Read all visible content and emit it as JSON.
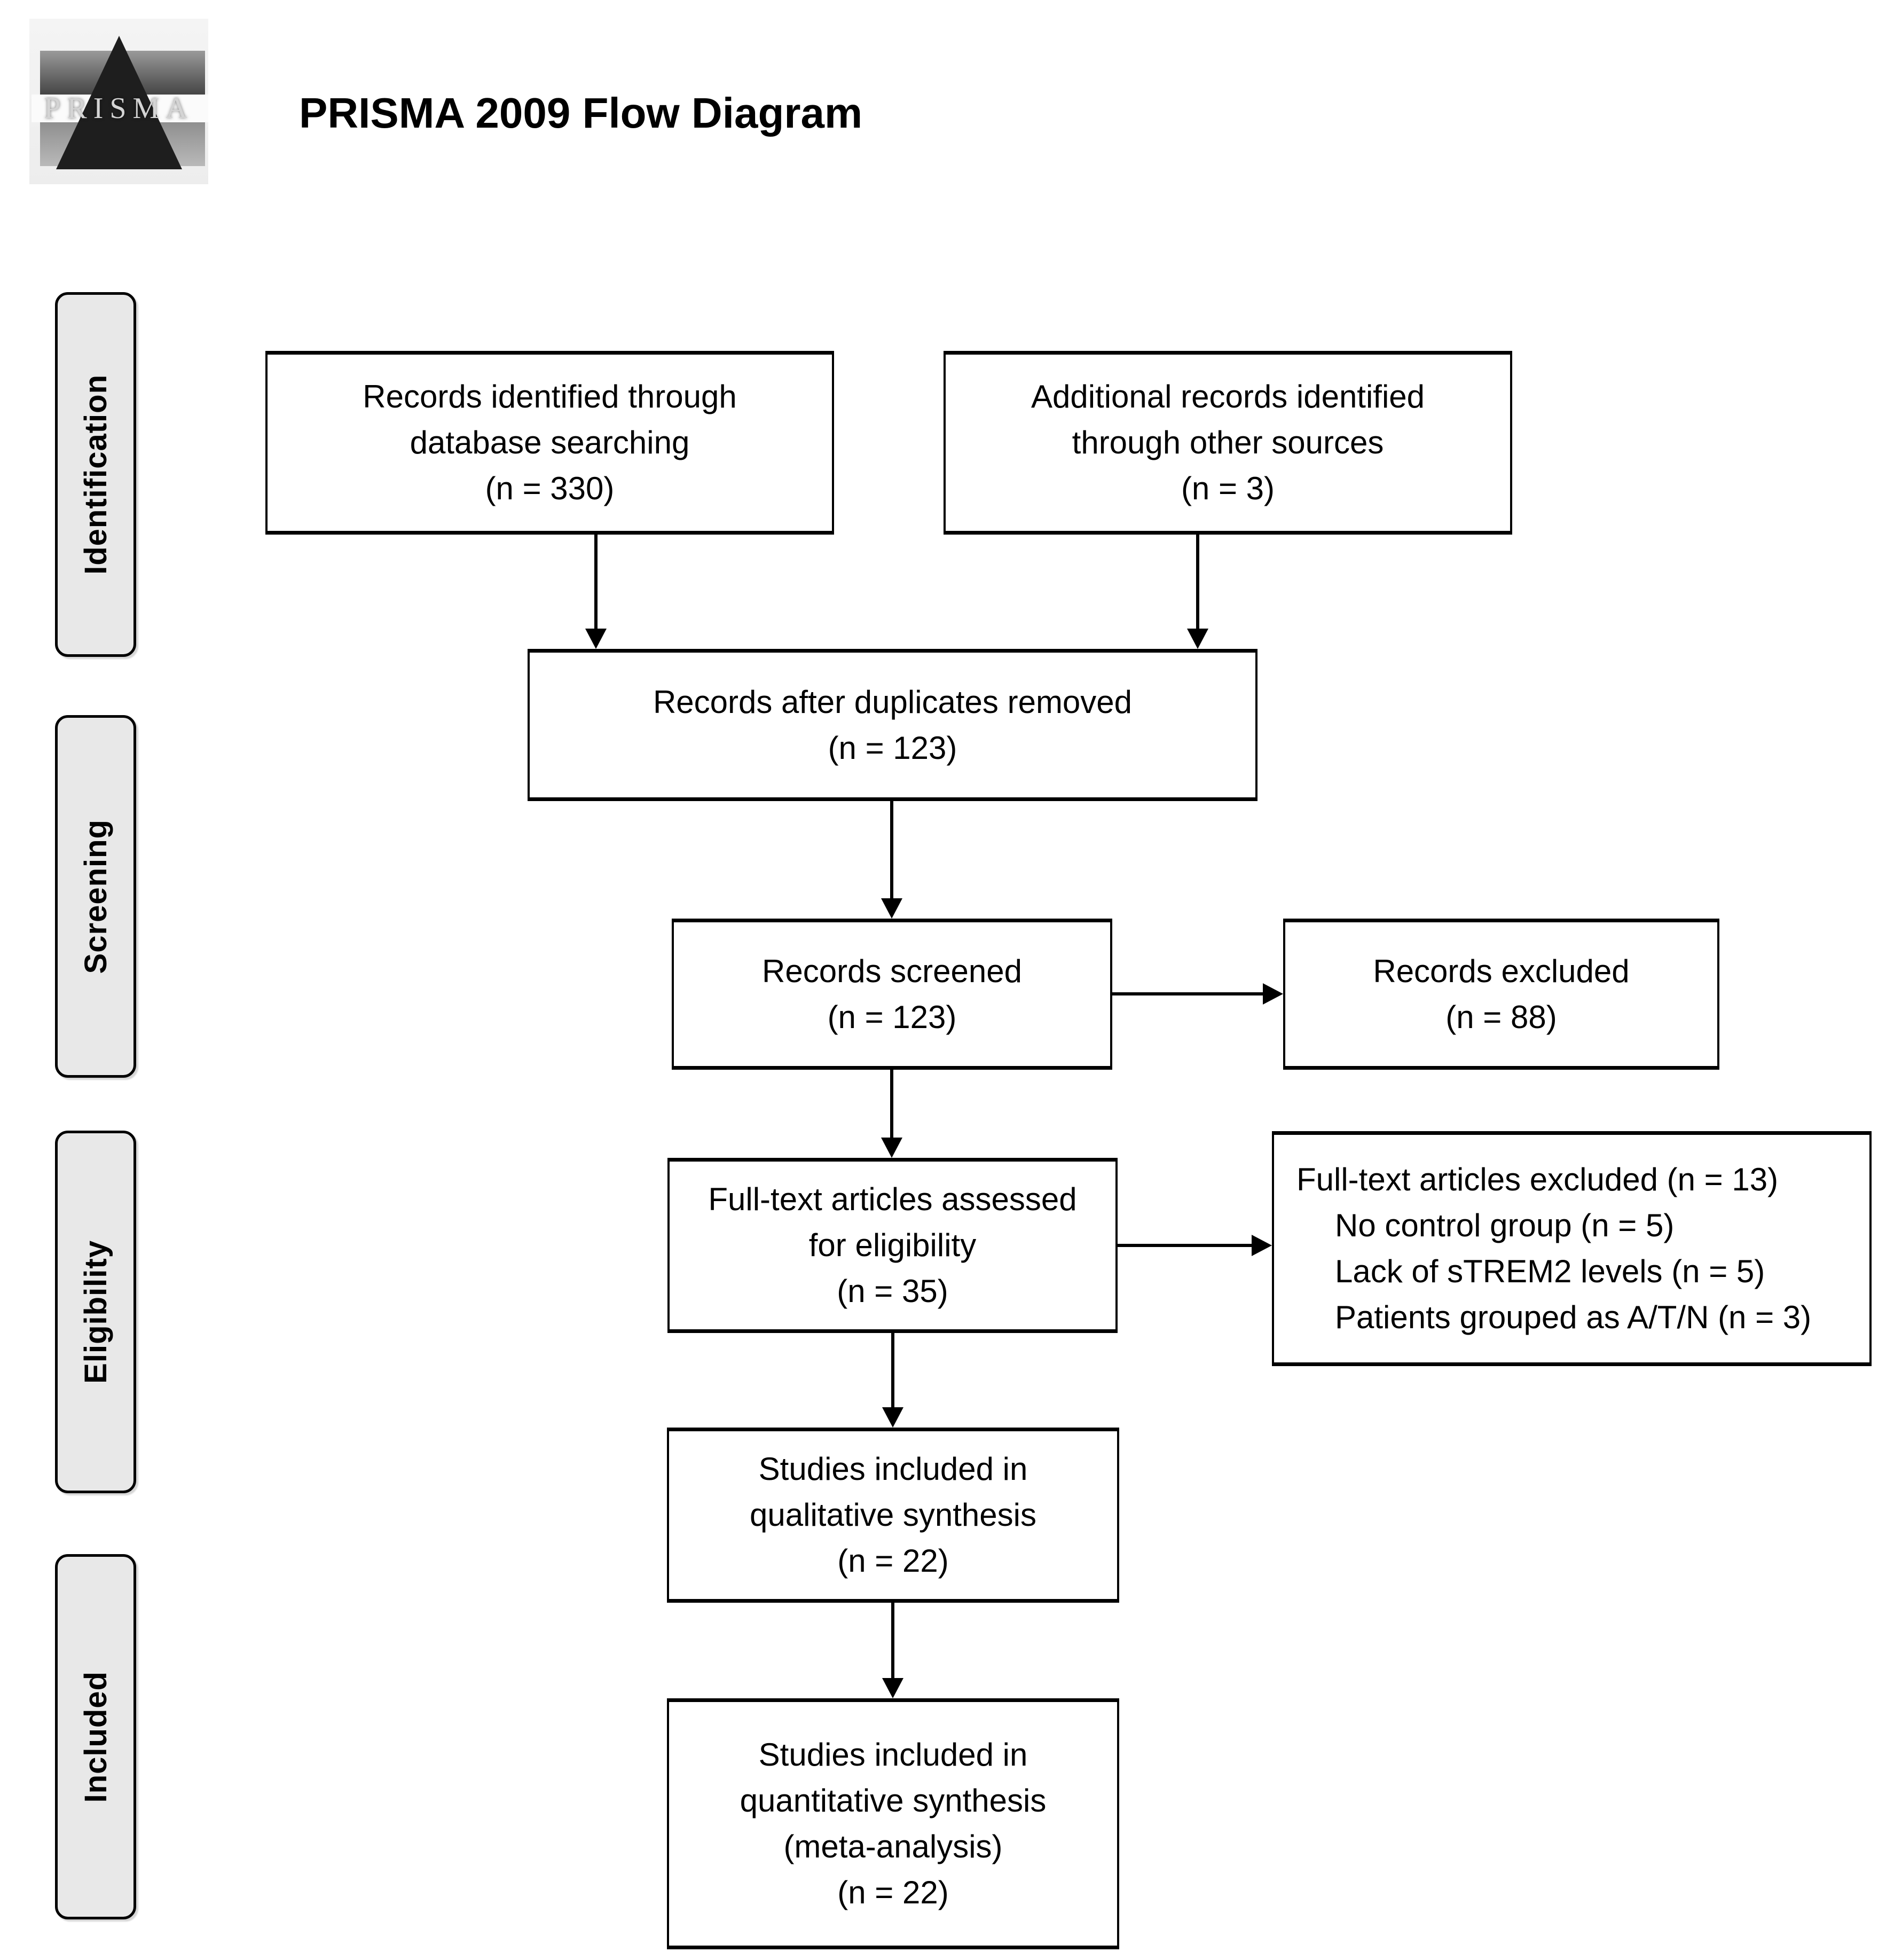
{
  "header": {
    "logo_text": "PRISMA",
    "title": "PRISMA 2009 Flow Diagram"
  },
  "stages": [
    {
      "label": "Identification"
    },
    {
      "label": "Screening"
    },
    {
      "label": "Eligibility"
    },
    {
      "label": "Included"
    }
  ],
  "boxes": {
    "records_identified": {
      "lines": [
        "Records identified through",
        "database searching",
        "(n = 330)"
      ]
    },
    "additional_records": {
      "lines": [
        "Additional records identified",
        "through other sources",
        "(n = 3)"
      ]
    },
    "after_duplicates": {
      "lines": [
        "Records after duplicates removed",
        "(n = 123)"
      ]
    },
    "records_screened": {
      "lines": [
        "Records screened",
        "(n = 123)"
      ]
    },
    "records_excluded": {
      "lines": [
        "Records excluded",
        "(n = 88)"
      ]
    },
    "fulltext_assessed": {
      "lines": [
        "Full-text articles assessed",
        "for eligibility",
        "(n = 35)"
      ]
    },
    "fulltext_excluded": {
      "lines": [
        "Full-text articles excluded (n = 13)",
        "No control group (n = 5)",
        "Lack of sTREM2 levels (n = 5)",
        "Patients grouped as A/T/N (n = 3)"
      ]
    },
    "qualitative": {
      "lines": [
        "Studies included in",
        "qualitative synthesis",
        "(n = 22)"
      ]
    },
    "quantitative": {
      "lines": [
        "Studies included in",
        "quantitative synthesis",
        "(meta-analysis)",
        "(n = 22)"
      ]
    }
  },
  "colors": {
    "page_bg": "#ffffff",
    "stage_fill": "#e8e8e8",
    "border": "#000000",
    "text": "#000000"
  }
}
